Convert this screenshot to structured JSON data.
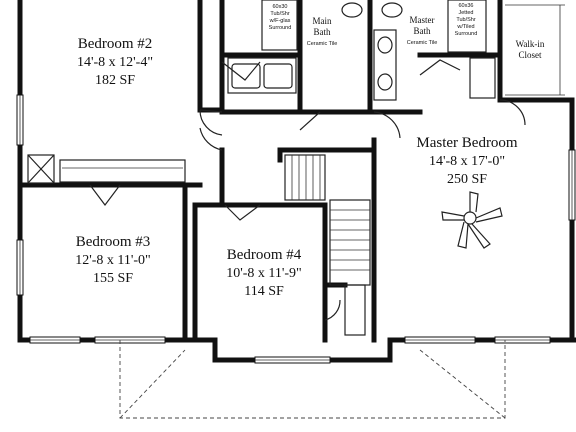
{
  "rooms": {
    "bedroom2": {
      "name": "Bedroom #2",
      "dims": "14'-8 x 12'-4\"",
      "area": "182 SF"
    },
    "bedroom3": {
      "name": "Bedroom #3",
      "dims": "12'-8 x 11'-0\"",
      "area": "155 SF"
    },
    "bedroom4": {
      "name": "Bedroom #4",
      "dims": "10'-8 x 11'-9\"",
      "area": "114 SF"
    },
    "master_bedroom": {
      "name": "Master Bedroom",
      "dims": "14'-8 x 17'-0\"",
      "area": "250 SF"
    },
    "main_bath": {
      "name_line1": "Main",
      "name_line2": "Bath",
      "note": "Ceramic Tile"
    },
    "master_bath": {
      "name_line1": "Master",
      "name_line2": "Bath",
      "note": "Ceramic Tile"
    },
    "walk_in_closet": {
      "line1": "Walk-in",
      "line2": "Closet"
    }
  },
  "fixtures": {
    "main_tub": [
      "60x30",
      "Tub/Shr",
      "w/F-glas",
      "Surround"
    ],
    "master_tub": [
      "60x36",
      "Jetted",
      "Tub/Shr",
      "w/Tiled",
      "Surround"
    ]
  }
}
